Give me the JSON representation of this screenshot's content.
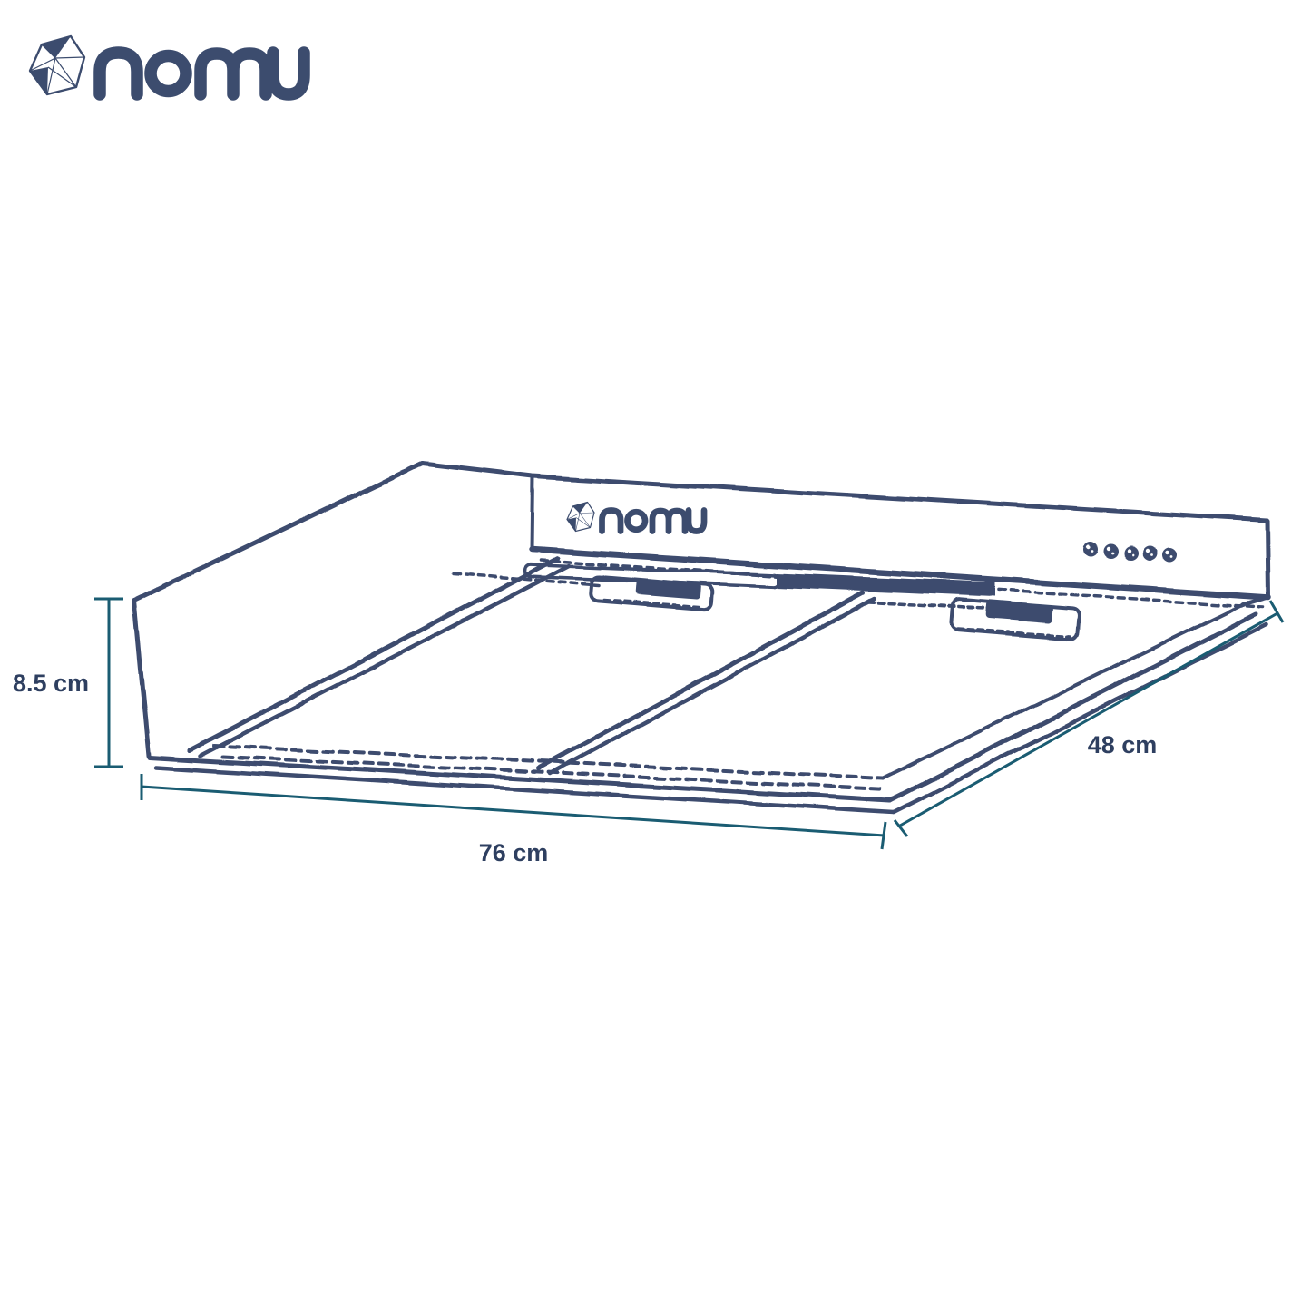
{
  "brand": {
    "name": "nomu"
  },
  "header": {
    "logo_text": "nomu"
  },
  "diagram": {
    "product_panel_logo_text": "nomu",
    "control_button_count": 5,
    "filter_panel_count": 2
  },
  "dimensions": {
    "height_label": "8.5 cm",
    "width_label": "76 cm",
    "depth_label": "48 cm"
  },
  "colors": {
    "sketch_navy": "#3c4c6e",
    "label_navy": "#2e3f60",
    "dimension_teal": "#1a5c72",
    "background": "#ffffff"
  }
}
